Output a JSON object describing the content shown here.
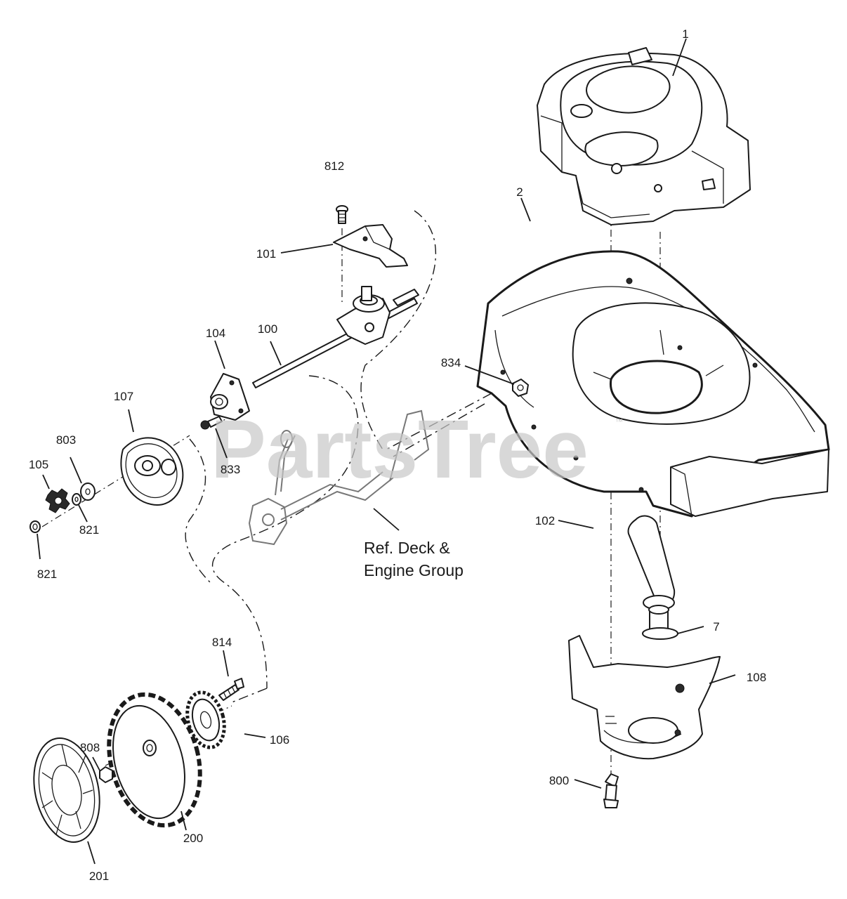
{
  "watermark": {
    "text": "PartsTree",
    "mark": "™"
  },
  "reference_note": {
    "line1": "Ref. Deck &",
    "line2": "Engine Group"
  },
  "callouts": [
    {
      "id": "c1",
      "number": "1"
    },
    {
      "id": "c2",
      "number": "2"
    },
    {
      "id": "c7",
      "number": "7"
    },
    {
      "id": "c100",
      "number": "100"
    },
    {
      "id": "c101",
      "number": "101"
    },
    {
      "id": "c102",
      "number": "102"
    },
    {
      "id": "c104",
      "number": "104"
    },
    {
      "id": "c105",
      "number": "105"
    },
    {
      "id": "c106",
      "number": "106"
    },
    {
      "id": "c107",
      "number": "107"
    },
    {
      "id": "c108",
      "number": "108"
    },
    {
      "id": "c200",
      "number": "200"
    },
    {
      "id": "c201",
      "number": "201"
    },
    {
      "id": "c800",
      "number": "800"
    },
    {
      "id": "c803",
      "number": "803"
    },
    {
      "id": "c808",
      "number": "808"
    },
    {
      "id": "c812",
      "number": "812"
    },
    {
      "id": "c814",
      "number": "814"
    },
    {
      "id": "c821a",
      "number": "821"
    },
    {
      "id": "c821b",
      "number": "821"
    },
    {
      "id": "c833",
      "number": "833"
    },
    {
      "id": "c834",
      "number": "834"
    }
  ]
}
